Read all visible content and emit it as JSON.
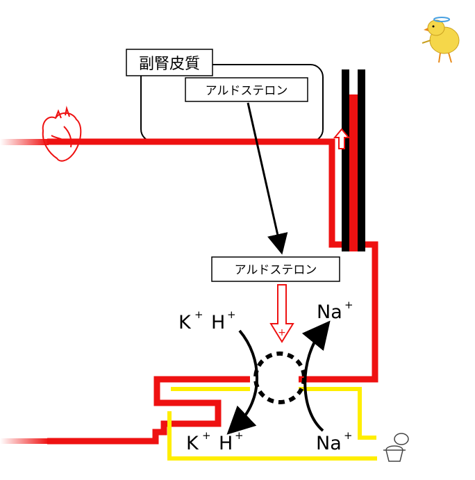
{
  "labels": {
    "adrenal_cortex": "副腎皮質",
    "aldosterone_top": "アルドステロン",
    "aldosterone_bottom": "アルドステロン",
    "plus_sign": "+",
    "ions": {
      "k_top": "K",
      "h_top": "H",
      "na_top": "Na",
      "k_bottom": "K",
      "h_bottom": "H",
      "na_bottom": "Na",
      "charge": "+"
    }
  },
  "colors": {
    "vessel_red": "#ee1111",
    "tubule_yellow": "#ffee00",
    "wall_black": "#000000",
    "arrow_white_fill": "#ffffff"
  },
  "icons": [
    "heart-icon",
    "chick-icon",
    "toilet-icon",
    "pump-channel-icon"
  ]
}
